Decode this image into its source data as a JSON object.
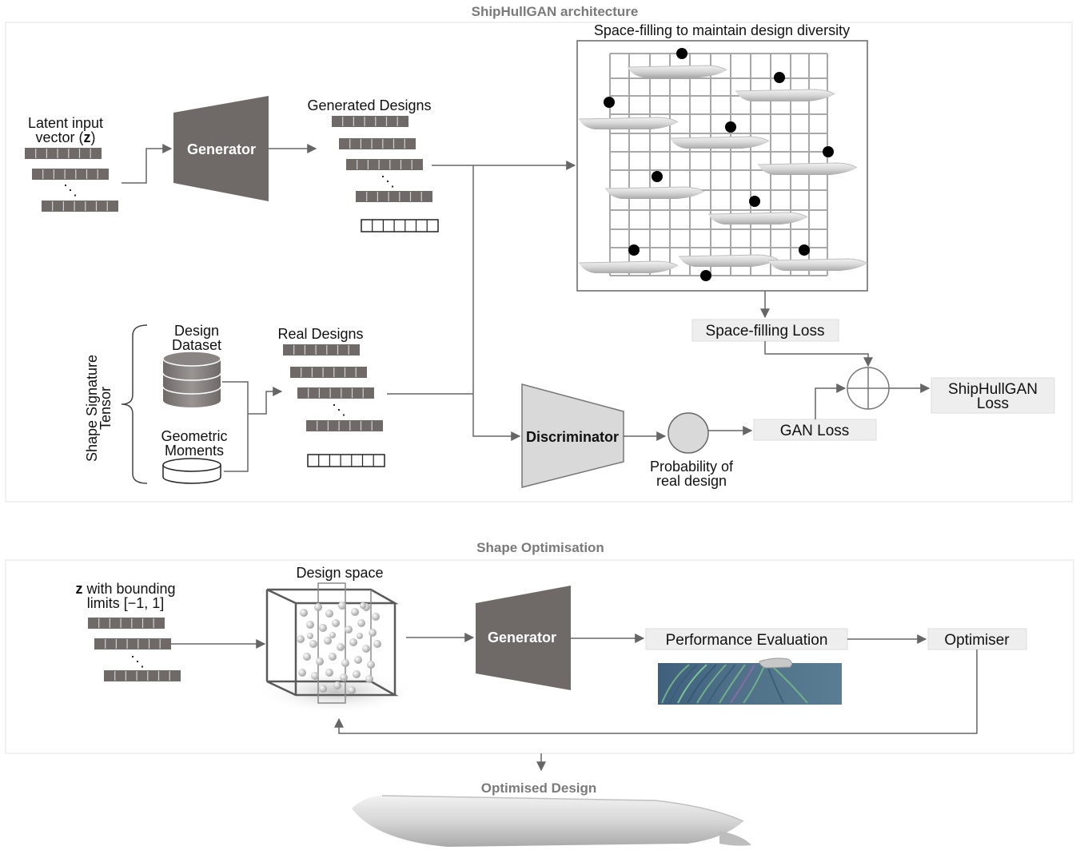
{
  "top_section": {
    "title": "ShipHullGAN architecture",
    "latent": {
      "line1": "Latent input",
      "line2_prefix": "vector (",
      "line2_bold": "z",
      "line2_suffix": ")"
    },
    "generator_label": "Generator",
    "generated_designs_label": "Generated Designs",
    "space_filling_caption": "Space-filling to maintain design diversity",
    "space_filling_loss_label": "Space-filling Loss",
    "shape_signature_line1": "Shape Signature",
    "shape_signature_line2": "Tensor",
    "design_dataset_line1": "Design",
    "design_dataset_line2": "Dataset",
    "geometric_moments_line1": "Geometric",
    "geometric_moments_line2": "Moments",
    "real_designs_label": "Real Designs",
    "discriminator_label": "Discriminator",
    "probability_line1": "Probability of",
    "probability_line2": "real design",
    "gan_loss_label": "GAN Loss",
    "shiphullgan_loss_line1": "ShipHullGAN",
    "shiphullgan_loss_line2": "Loss",
    "ellipsis": "⋱"
  },
  "bottom_section": {
    "title": "Shape Optimisation",
    "z_line1_bold": "z",
    "z_line1_rest": " with bounding",
    "z_line2": "limits [−1, 1]",
    "design_space_label": "Design space",
    "generator_label": "Generator",
    "performance_evaluation_label": "Performance Evaluation",
    "optimiser_label": "Optimiser",
    "ellipsis": "⋱"
  },
  "optimised_design_label": "Optimised Design",
  "colors": {
    "trapezoid_dark": "#6f6a68",
    "trapezoid_light": "#d9d9d9",
    "vector_cell": "#6f6a68",
    "box_fill": "#eeeeee",
    "arrow": "#666666",
    "grid": "#a8a8a8"
  }
}
